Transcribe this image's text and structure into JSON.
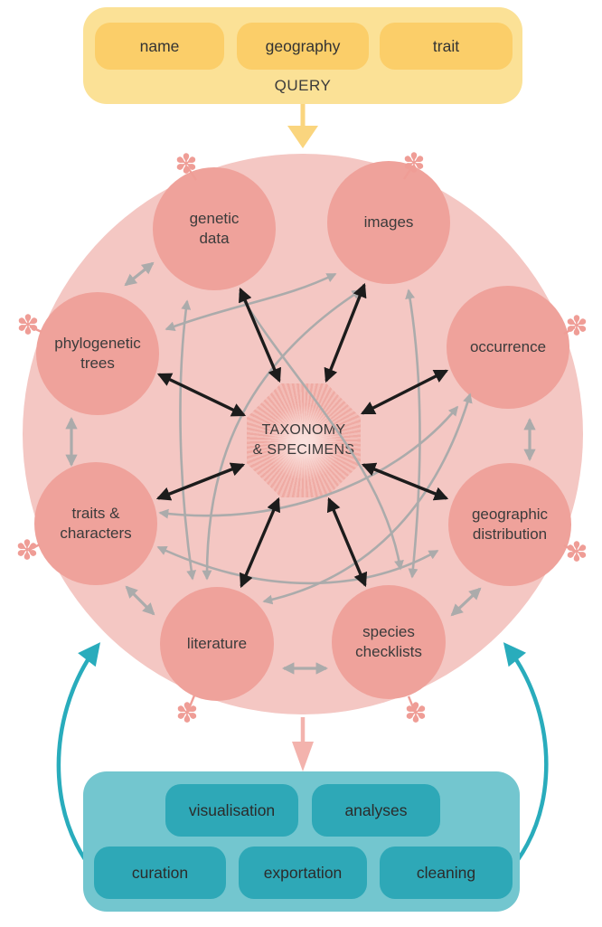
{
  "query_panel": {
    "label": "QUERY",
    "filters": [
      "name",
      "geography",
      "trait"
    ]
  },
  "hub": {
    "center": {
      "line1": "TAXONOMY",
      "line2": "& SPECIMENS"
    },
    "nodes": [
      {
        "id": "genetic-data",
        "label": "genetic data"
      },
      {
        "id": "images",
        "label": "images"
      },
      {
        "id": "phylogenetic-trees",
        "label": "phylogenetic trees"
      },
      {
        "id": "occurrence",
        "label": "occurrence"
      },
      {
        "id": "traits-characters",
        "label": "traits & characters"
      },
      {
        "id": "geographic-distribution",
        "label": "geographic distribution"
      },
      {
        "id": "literature",
        "label": "literature"
      },
      {
        "id": "species-checklists",
        "label": "species checklists"
      }
    ]
  },
  "process_panel": {
    "buttons": [
      "visualisation",
      "analyses",
      "curation",
      "exportation",
      "cleaning"
    ]
  },
  "icons": {
    "asterisk": "✽"
  },
  "colors": {
    "query_panel_bg": "#FBE196",
    "query_button_bg": "#FBCE69",
    "query_arrow": "#FAD57E",
    "hub_circle_bg": "#F4C7C3",
    "node_bg": "#EFA29B",
    "accent_pink": "#EF9D96",
    "pink_arrow": "#F3B3AD",
    "process_panel_bg": "#73C6CF",
    "process_button_bg": "#2EA8B7",
    "teal_arrow": "#29ACBC",
    "link_gray": "#ABABAB",
    "link_black": "#1C1C1C",
    "text": "#3B3B3B"
  }
}
